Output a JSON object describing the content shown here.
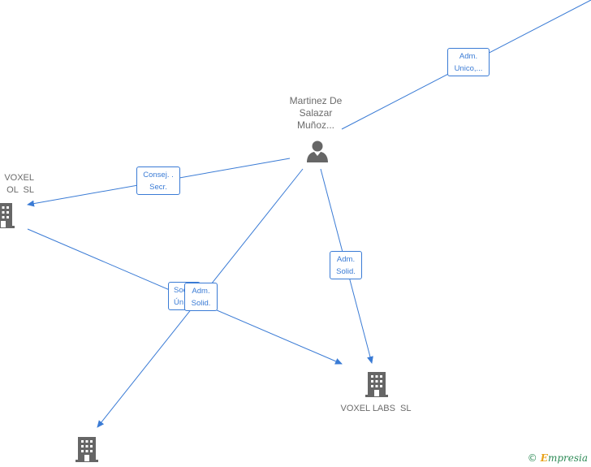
{
  "nodes": {
    "person_main": {
      "label_lines": [
        "Martinez De",
        "Salazar",
        "Muñoz..."
      ],
      "icon": "person-icon"
    },
    "company_left": {
      "label_lines": [
        "VOXEL",
        "OL  SL"
      ],
      "icon": "building-icon"
    },
    "company_voxel_labs": {
      "label": "VOXEL LABS  SL",
      "icon": "building-icon"
    },
    "company_bottom": {
      "label": "",
      "icon": "building-icon"
    }
  },
  "edges": {
    "adm_unico": {
      "line1": "Adm.",
      "line2": "Unico,..."
    },
    "consej_secr": {
      "line1": "Consej. .",
      "line2": "Secr."
    },
    "adm_solid_right": {
      "line1": "Adm.",
      "line2": "Solid."
    },
    "soc_unico": {
      "line1": "Soc.",
      "line2": "Ún..."
    },
    "adm_solid_center": {
      "line1": "Adm.",
      "line2": "Solid."
    }
  },
  "footer": {
    "copyright": "©",
    "brand": "mpresia",
    "brand_initial": "E"
  },
  "colors": {
    "edge": "#3a7bd5",
    "icon": "#666666",
    "label": "#6b6b6b"
  }
}
